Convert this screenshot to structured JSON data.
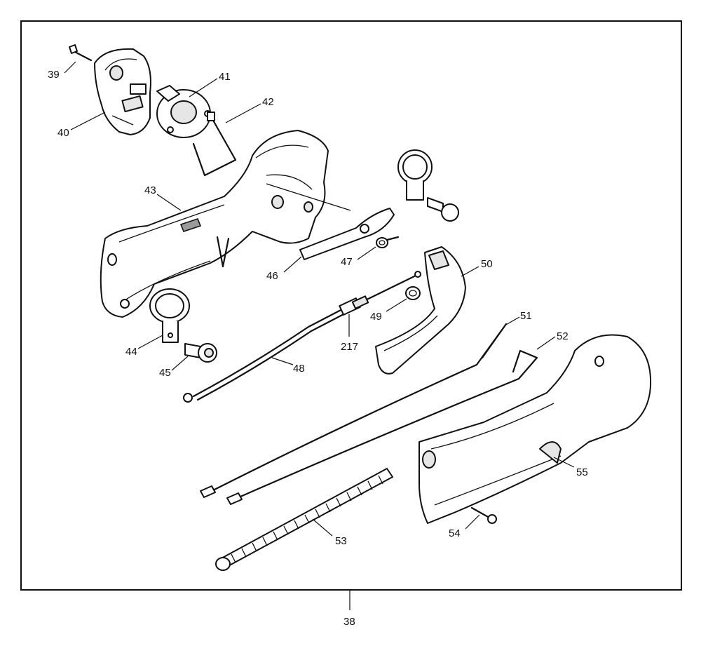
{
  "diagram": {
    "assembly_callout": "38",
    "callouts": {
      "c39": "39",
      "c40": "40",
      "c41": "41",
      "c42": "42",
      "c43": "43",
      "c44": "44",
      "c45": "45",
      "c46": "46",
      "c47": "47",
      "c48": "48",
      "c49": "49",
      "c50": "50",
      "c51": "51",
      "c52": "52",
      "c53": "53",
      "c54": "54",
      "c55": "55",
      "c217": "217"
    }
  }
}
